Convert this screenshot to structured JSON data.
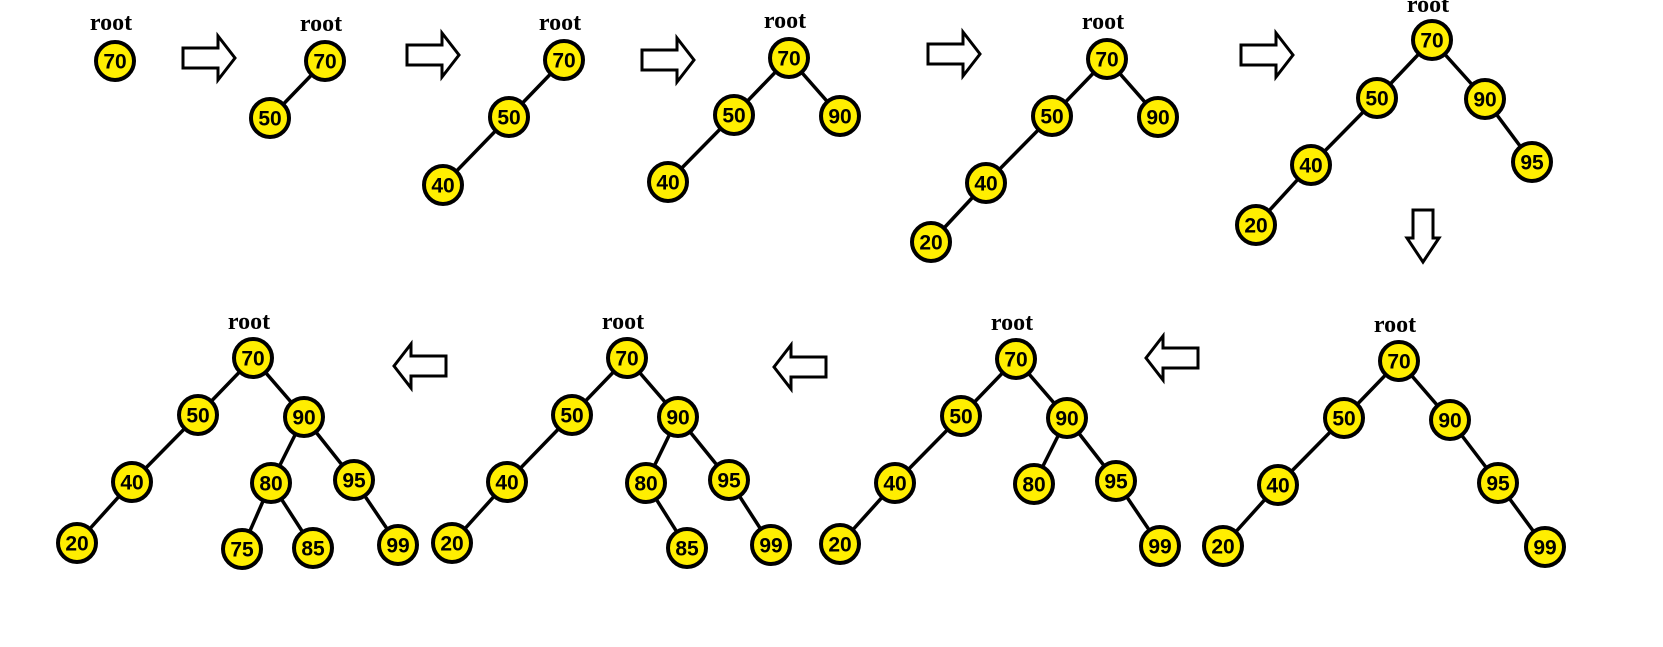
{
  "root_label": "root",
  "node_fill": "#ffee00",
  "trees": [
    {
      "id": 1,
      "nodes": [
        {
          "value": "70"
        }
      ],
      "edges": []
    },
    {
      "id": 2,
      "nodes": [
        {
          "value": "70"
        },
        {
          "value": "50"
        }
      ],
      "edges": [
        [
          "70",
          "50"
        ]
      ]
    },
    {
      "id": 3,
      "nodes": [
        {
          "value": "70"
        },
        {
          "value": "50"
        },
        {
          "value": "40"
        }
      ],
      "edges": [
        [
          "70",
          "50"
        ],
        [
          "50",
          "40"
        ]
      ]
    },
    {
      "id": 4,
      "nodes": [
        {
          "value": "70"
        },
        {
          "value": "50"
        },
        {
          "value": "90"
        },
        {
          "value": "40"
        }
      ],
      "edges": [
        [
          "70",
          "50"
        ],
        [
          "70",
          "90"
        ],
        [
          "50",
          "40"
        ]
      ]
    },
    {
      "id": 5,
      "nodes": [
        {
          "value": "70"
        },
        {
          "value": "50"
        },
        {
          "value": "90"
        },
        {
          "value": "40"
        },
        {
          "value": "20"
        }
      ],
      "edges": [
        [
          "70",
          "50"
        ],
        [
          "70",
          "90"
        ],
        [
          "50",
          "40"
        ],
        [
          "40",
          "20"
        ]
      ]
    },
    {
      "id": 6,
      "nodes": [
        {
          "value": "70"
        },
        {
          "value": "50"
        },
        {
          "value": "90"
        },
        {
          "value": "40"
        },
        {
          "value": "95"
        },
        {
          "value": "20"
        }
      ],
      "edges": [
        [
          "70",
          "50"
        ],
        [
          "70",
          "90"
        ],
        [
          "50",
          "40"
        ],
        [
          "90",
          "95"
        ],
        [
          "40",
          "20"
        ]
      ]
    },
    {
      "id": 7,
      "nodes": [
        {
          "value": "70"
        },
        {
          "value": "50"
        },
        {
          "value": "90"
        },
        {
          "value": "40"
        },
        {
          "value": "95"
        },
        {
          "value": "20"
        },
        {
          "value": "99"
        }
      ],
      "edges": [
        [
          "70",
          "50"
        ],
        [
          "70",
          "90"
        ],
        [
          "50",
          "40"
        ],
        [
          "90",
          "95"
        ],
        [
          "40",
          "20"
        ],
        [
          "95",
          "99"
        ]
      ]
    },
    {
      "id": 8,
      "nodes": [
        {
          "value": "70"
        },
        {
          "value": "50"
        },
        {
          "value": "90"
        },
        {
          "value": "40"
        },
        {
          "value": "80"
        },
        {
          "value": "95"
        },
        {
          "value": "20"
        },
        {
          "value": "99"
        }
      ],
      "edges": [
        [
          "70",
          "50"
        ],
        [
          "70",
          "90"
        ],
        [
          "50",
          "40"
        ],
        [
          "90",
          "80"
        ],
        [
          "90",
          "95"
        ],
        [
          "40",
          "20"
        ],
        [
          "95",
          "99"
        ]
      ]
    },
    {
      "id": 9,
      "nodes": [
        {
          "value": "70"
        },
        {
          "value": "50"
        },
        {
          "value": "90"
        },
        {
          "value": "40"
        },
        {
          "value": "80"
        },
        {
          "value": "95"
        },
        {
          "value": "20"
        },
        {
          "value": "85"
        },
        {
          "value": "99"
        }
      ],
      "edges": [
        [
          "70",
          "50"
        ],
        [
          "70",
          "90"
        ],
        [
          "50",
          "40"
        ],
        [
          "90",
          "80"
        ],
        [
          "90",
          "95"
        ],
        [
          "40",
          "20"
        ],
        [
          "80",
          "85"
        ],
        [
          "95",
          "99"
        ]
      ]
    },
    {
      "id": 10,
      "nodes": [
        {
          "value": "70"
        },
        {
          "value": "50"
        },
        {
          "value": "90"
        },
        {
          "value": "40"
        },
        {
          "value": "80"
        },
        {
          "value": "95"
        },
        {
          "value": "20"
        },
        {
          "value": "75"
        },
        {
          "value": "85"
        },
        {
          "value": "99"
        }
      ],
      "edges": [
        [
          "70",
          "50"
        ],
        [
          "70",
          "90"
        ],
        [
          "50",
          "40"
        ],
        [
          "90",
          "80"
        ],
        [
          "90",
          "95"
        ],
        [
          "40",
          "20"
        ],
        [
          "80",
          "75"
        ],
        [
          "80",
          "85"
        ],
        [
          "95",
          "99"
        ]
      ]
    }
  ],
  "transitions": [
    {
      "from": 1,
      "to": 2,
      "direction": "right"
    },
    {
      "from": 2,
      "to": 3,
      "direction": "right"
    },
    {
      "from": 3,
      "to": 4,
      "direction": "right"
    },
    {
      "from": 4,
      "to": 5,
      "direction": "right"
    },
    {
      "from": 5,
      "to": 6,
      "direction": "right"
    },
    {
      "from": 6,
      "to": 7,
      "direction": "down"
    },
    {
      "from": 7,
      "to": 8,
      "direction": "left"
    },
    {
      "from": 8,
      "to": 9,
      "direction": "left"
    },
    {
      "from": 9,
      "to": 10,
      "direction": "left"
    }
  ]
}
